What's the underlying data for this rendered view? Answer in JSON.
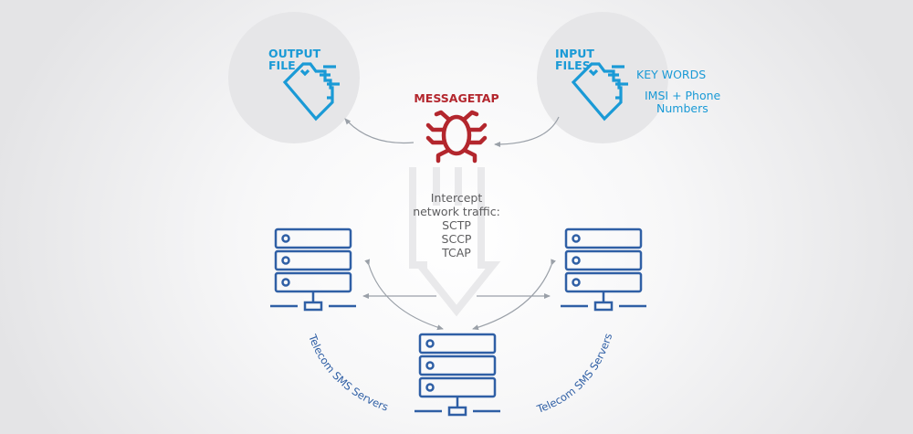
{
  "diagram": {
    "title": "MESSAGETAP",
    "colors": {
      "file_blue": "#1a9ad6",
      "malware_red": "#b3262d",
      "server_blue": "#2f5fa5",
      "arrow_gray": "#9aa0a8",
      "circle_gray": "#e6e6e8",
      "text_gray": "#5d5d5f"
    },
    "output_file": {
      "label_line1": "OUTPUT",
      "label_line2": "FILE",
      "icon": "file-icon"
    },
    "input_files": {
      "label_line1": "INPUT",
      "label_line2": "FILES",
      "icon": "file-icon",
      "items": [
        "KEY WORDS",
        "IMSI + Phone",
        "Numbers"
      ]
    },
    "malware": {
      "label": "MESSAGETAP",
      "icon": "bug-icon"
    },
    "intercept": {
      "lines": [
        "Intercept",
        "network traffic:",
        "SCTP",
        "SCCP",
        "TCAP"
      ],
      "icon": "down-arrow-icon"
    },
    "servers": [
      {
        "id": "left",
        "icon": "server-icon"
      },
      {
        "id": "center",
        "icon": "server-icon"
      },
      {
        "id": "right",
        "icon": "server-icon"
      }
    ],
    "server_group_labels": [
      "Telecom SMS Servers",
      "Telecom SMS Servers"
    ]
  }
}
